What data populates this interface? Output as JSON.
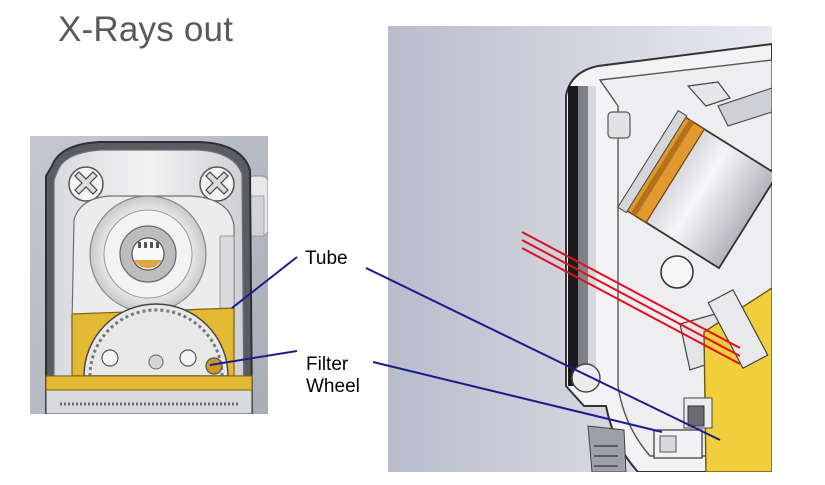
{
  "title": "X-Rays out",
  "labels": {
    "tube": "Tube",
    "filter_line1": "Filter",
    "filter_line2": "Wheel"
  },
  "colors": {
    "title": "#595959",
    "leader_line": "#1c1c8c",
    "xray_beam": "#e0101a",
    "brass": "#e3b832",
    "housing_bg": "#c9ccd6"
  }
}
